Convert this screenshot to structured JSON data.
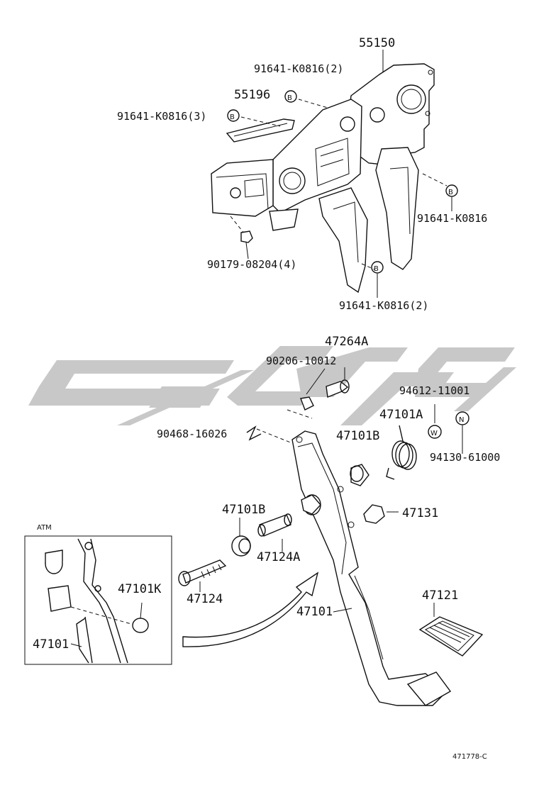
{
  "callouts": {
    "p55150": "55150",
    "p91641_2_top": "91641-K0816(2)",
    "p55196": "55196",
    "p91641_3": "91641-K0816(3)",
    "p91641_right": "91641-K0816",
    "p90179": "90179-08204(4)",
    "p91641_2_bottom": "91641-K0816(2)",
    "p47264A": "47264A",
    "p90206": "90206-10012",
    "p94612": "94612-11001",
    "p47101A": "47101A",
    "p90468": "90468-16026",
    "p47101B_top": "47101B",
    "p94130": "94130-61000",
    "p47131": "47131",
    "p47101B_mid": "47101B",
    "p47124A": "47124A",
    "p47101K": "47101K",
    "p47124": "47124",
    "p47121": "47121",
    "p47101_main": "47101",
    "p47101_inset": "47101"
  },
  "markers": {
    "b": "B",
    "w": "W",
    "n": "N"
  },
  "inset": {
    "label": "ATM"
  },
  "footer": {
    "drawing_no": "471778-C"
  },
  "watermark": {
    "color": "#c8c8c8"
  }
}
